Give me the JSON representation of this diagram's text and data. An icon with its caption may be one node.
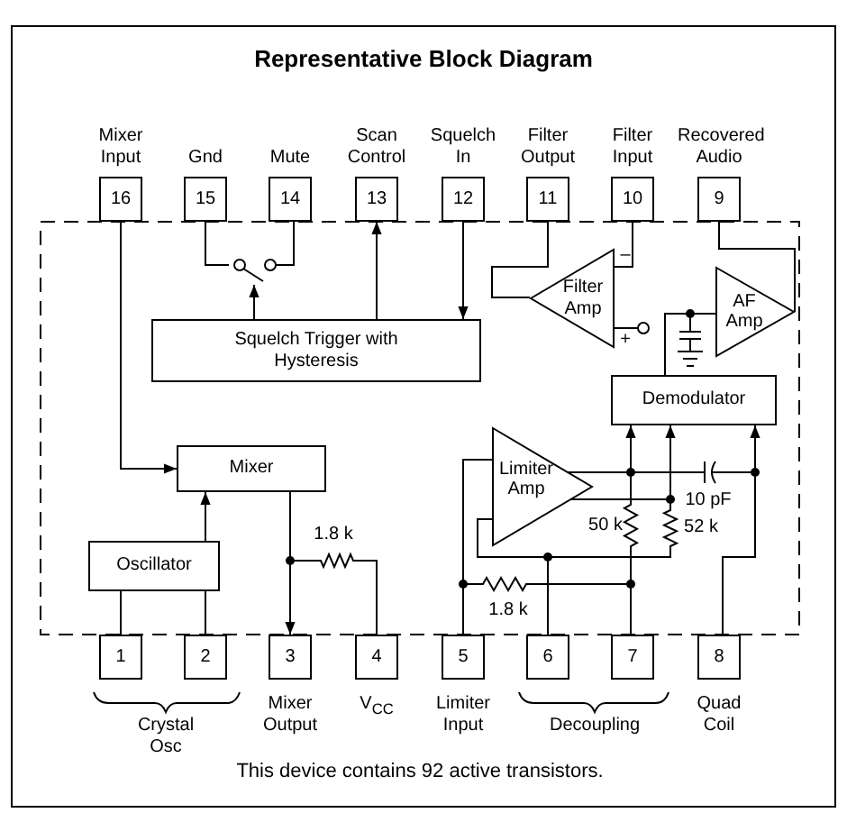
{
  "diagram": {
    "title": "Representative Block Diagram",
    "caption": "This device contains 92 active transistors.",
    "nodes": [
      {
        "text": [
          "16"
        ],
        "beside": [
          "Mixer Input"
        ]
      },
      {
        "text": [
          "15"
        ],
        "beside": [
          "Gnd"
        ]
      },
      {
        "text": [
          "14"
        ],
        "beside": [
          "Mute"
        ]
      },
      {
        "text": [
          "13"
        ],
        "beside": [
          "Scan Control"
        ]
      },
      {
        "text": [
          "12"
        ],
        "beside": [
          "Squelch In"
        ]
      },
      {
        "text": [
          "11"
        ],
        "beside": [
          "Filter Output"
        ]
      },
      {
        "text": [
          "10"
        ],
        "beside": [
          "Filter Input"
        ]
      },
      {
        "text": [
          "9"
        ],
        "beside": [
          "Recovered Audio"
        ]
      },
      {
        "text": [],
        "shape": "switch"
      },
      {
        "text": [
          "Filter Amp"
        ]
      },
      {
        "text": [
          "AF Amp"
        ]
      },
      {
        "text": [
          "Squelch Trigger with Hysteresis"
        ]
      },
      {
        "text": [
          "Demodulator"
        ]
      },
      {
        "text": [
          "Mixer"
        ]
      },
      {
        "text": [
          "Limiter Amp"
        ]
      },
      {
        "text": [
          "Oscillator"
        ]
      },
      {
        "text": [
          "1"
        ]
      },
      {
        "text": [
          "2"
        ]
      },
      {
        "text": [
          "3"
        ],
        "beside": [
          "Mixer Output"
        ]
      },
      {
        "text": [
          "4"
        ],
        "beside": [
          "V$_{CC}$"
        ]
      },
      {
        "text": [
          "5"
        ],
        "beside": [
          "Limiter Input"
        ]
      },
      {
        "text": [
          "6"
        ]
      },
      {
        "text": [
          "7"
        ]
      },
      {
        "text": [
          "8"
        ],
        "beside": [
          "Quad Coil"
        ]
      }
    ],
    "edges": [
      {
        "from": 0,
        "to": 13,
        "arrow": "to"
      },
      {
        "from": 1,
        "to": 8,
        "arrow": "none"
      },
      {
        "from": 2,
        "to": 8,
        "arrow": "none"
      },
      {
        "from": 11,
        "to": 8,
        "arrow": "to"
      },
      {
        "from": 11,
        "to": 3,
        "arrow": "to"
      },
      {
        "from": 4,
        "to": 11,
        "arrow": "to"
      },
      {
        "from": 9,
        "to": 5,
        "arrow": "none"
      },
      {
        "from": 6,
        "to": 9,
        "arrow": "none"
      },
      {
        "from": 10,
        "to": 7,
        "arrow": "none"
      },
      {
        "from": 12,
        "to": 10,
        "arrow": "none"
      },
      {
        "from": 14,
        "to": 12,
        "arrow": "to"
      },
      {
        "from": 14,
        "to": 12,
        "arrow": "to"
      },
      {
        "from": 23,
        "to": 12,
        "arrow": "to"
      },
      {
        "from": 15,
        "to": 13,
        "arrow": "to"
      },
      {
        "from": 13,
        "to": 18,
        "arrow": "to"
      },
      {
        "from": 16,
        "to": 15,
        "arrow": "none"
      },
      {
        "from": 17,
        "to": 15,
        "arrow": "none"
      },
      {
        "from": 20,
        "to": 14,
        "arrow": "none"
      },
      {
        "from": 21,
        "to": 14,
        "arrow": "none"
      },
      {
        "from": 19,
        "to": 18,
        "arrow": "none"
      },
      {
        "from": 22,
        "to": 14,
        "arrow": "none"
      },
      {
        "from": 20,
        "to": 22,
        "arrow": "none"
      },
      {
        "from": 21,
        "to": 14,
        "arrow": "none"
      },
      {
        "from": 14,
        "to": 23,
        "arrow": "none"
      }
    ],
    "labels": [
      "–",
      "+",
      "1.8 k",
      "50 k",
      "10 pF",
      "52 k",
      "1.8 k",
      "Crystal Osc",
      "Decoupling"
    ]
  }
}
